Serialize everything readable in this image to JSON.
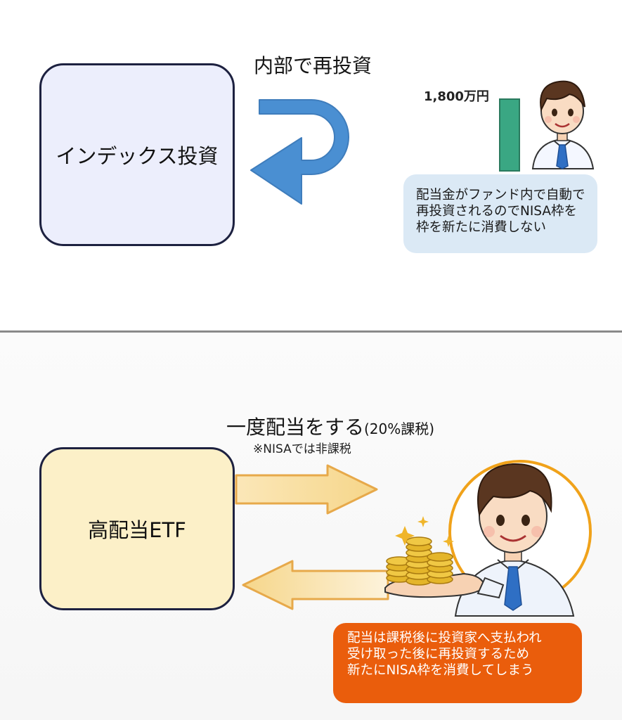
{
  "top_section": {
    "box_label": "インデックス投資",
    "arrow_label": "内部で再投資",
    "value_label": "1,800万円",
    "bubble_lines": [
      "配当金がファンド内で自動で",
      "再投資されるのでNISA枠を",
      "枠を新たに消費しない"
    ]
  },
  "bottom_section": {
    "box_label": "高配当ETF",
    "arrow_label_main": "一度配当をする",
    "arrow_label_tax": "(20%課税)",
    "nisa_note": "※NISAでは非課税",
    "bubble_lines": [
      "配当は課税後に投資家へ支払われ",
      "受け取った後に再投資するため",
      "新たにNISA枠を消費してしまう"
    ]
  },
  "colors": {
    "index_box_fill": "#eceefc",
    "etf_box_fill": "#fcf0c8",
    "box_border": "#1d2140",
    "reinvest_arrow": "#4a8fd2",
    "gold_arrow": "#f0cc7a",
    "bar": "#3aa783",
    "info_bubble": "#dbe9f5",
    "warning_bubble": "#ea5d0c",
    "coin_gold": "#e4b52a",
    "circle_ring": "#f0a21a"
  }
}
